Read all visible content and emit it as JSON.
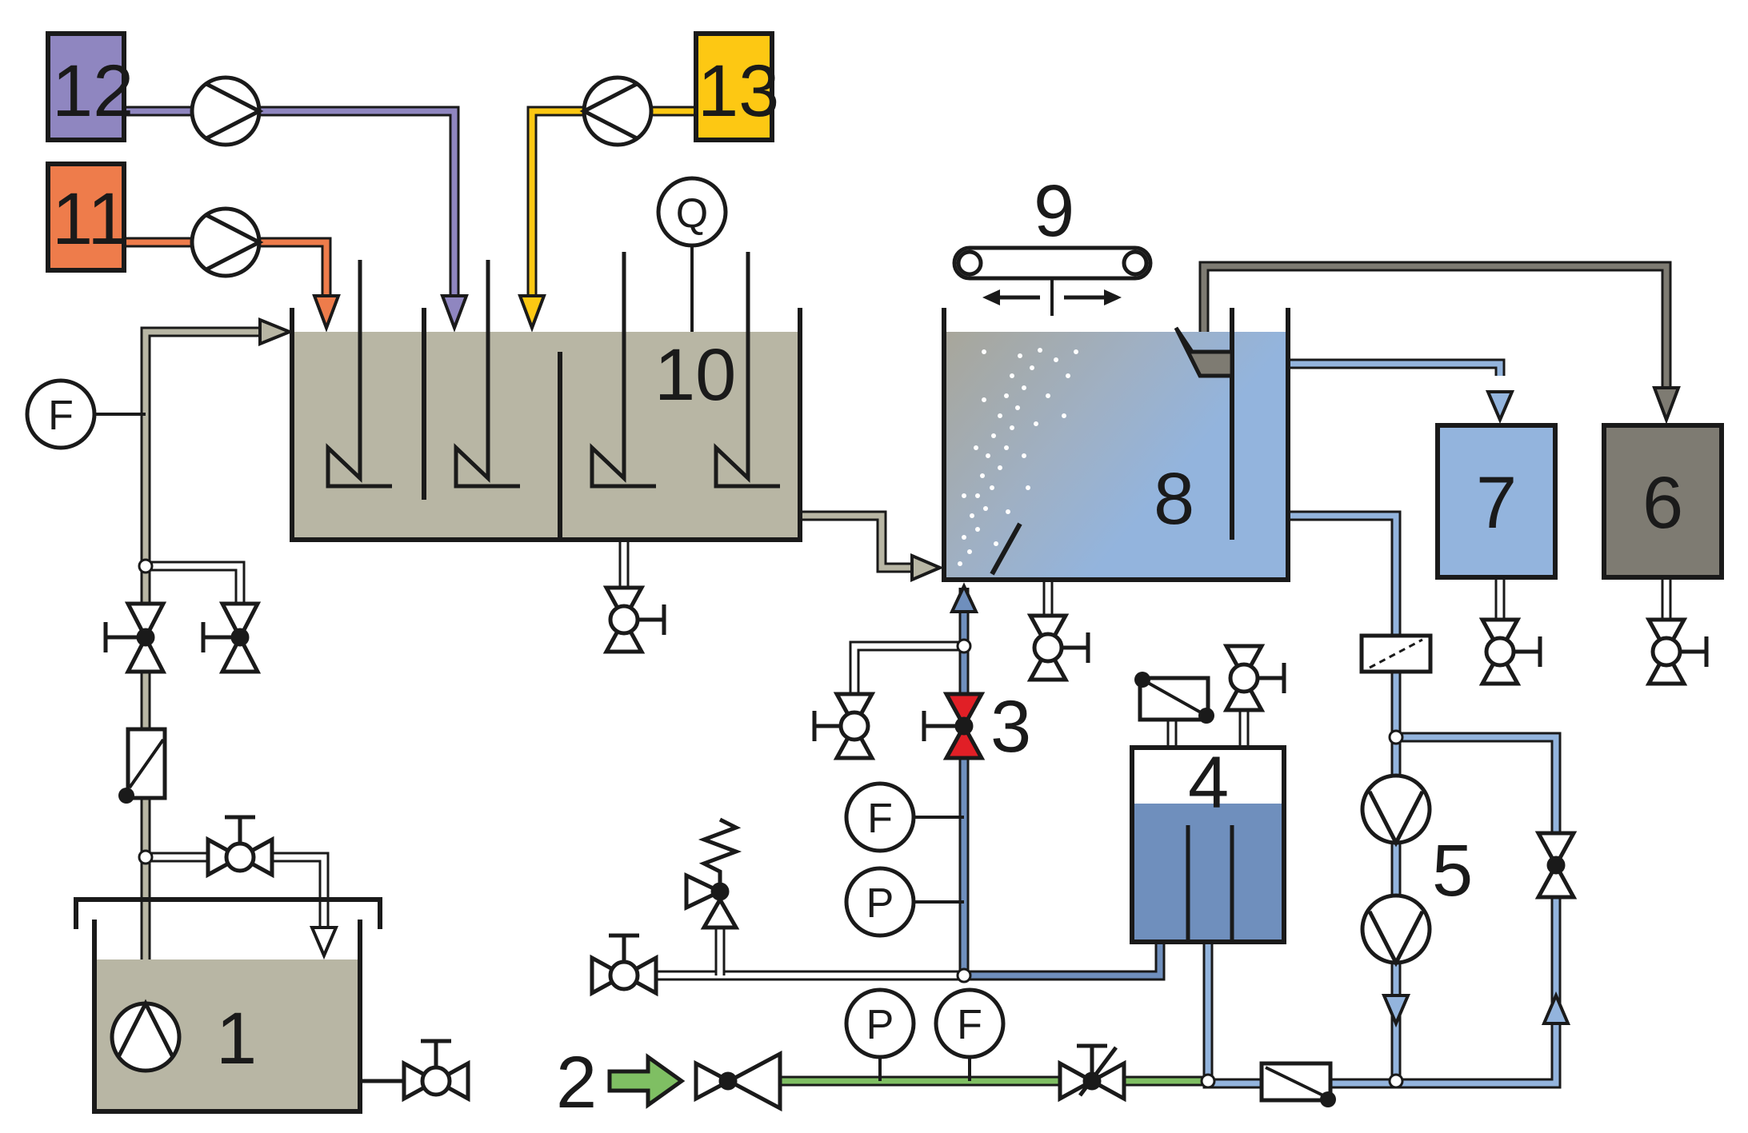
{
  "colors": {
    "sludge_grey": "#b8b6a4",
    "dark_grey": "#7e7b72",
    "blue_light": "#93b4dd",
    "blue_mid": "#6f8fbd",
    "blue_dark": "#5d7fae",
    "air_green": "#7fbf63",
    "purple": "#8f86c0",
    "orange": "#ee7c4b",
    "yellow": "#fdc813",
    "red_valve": "#e11f26",
    "line_black": "#1a1a1a"
  },
  "units": {
    "u1": "1",
    "u2": "2",
    "u3": "3",
    "u4": "4",
    "u5": "5",
    "u6": "6",
    "u7": "7",
    "u8": "8",
    "u9": "9",
    "u10": "10",
    "u11": "11",
    "u12": "12",
    "u13": "13"
  },
  "instruments": {
    "flow_feed": "F",
    "quality_reactor": "Q",
    "flow_recycle": "F",
    "pressure_recycle": "P",
    "pressure_air": "P",
    "flow_air": "F"
  },
  "icons": [
    "centrifugal-pump-icon",
    "gate-valve-icon",
    "check-valve-icon",
    "safety-valve-icon",
    "filter-icon",
    "stirrer-icon",
    "skimmer-icon",
    "arrow-icon"
  ]
}
